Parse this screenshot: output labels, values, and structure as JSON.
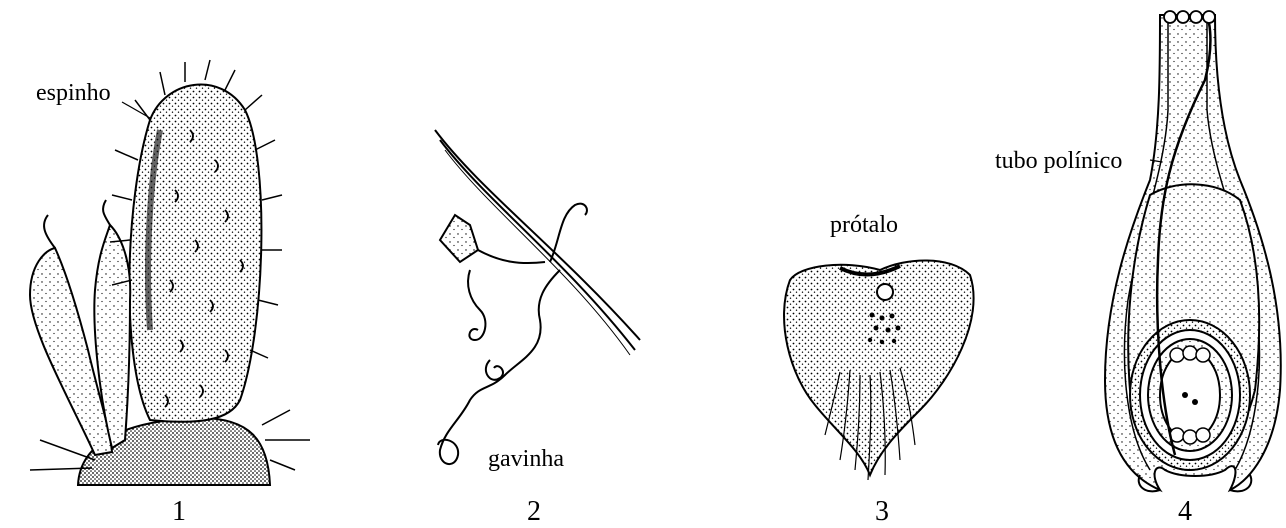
{
  "panels": [
    {
      "number": "1",
      "label": "espinho"
    },
    {
      "number": "2",
      "label": "gavinha"
    },
    {
      "number": "3",
      "label": "prótalo"
    },
    {
      "number": "4",
      "label": "tubo polínico"
    }
  ]
}
